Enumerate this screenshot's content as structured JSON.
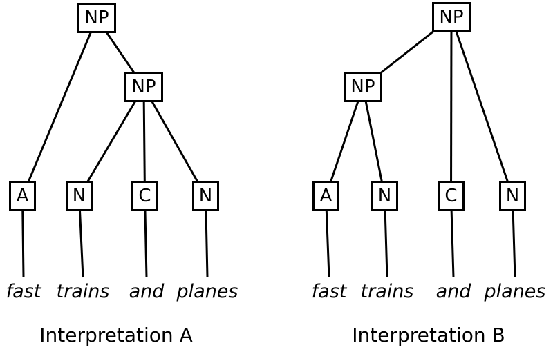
{
  "figure": {
    "background": "#ffffff",
    "ink": "#000000",
    "edge_stroke_width": 3
  },
  "trees": [
    {
      "id": "a",
      "caption": "Interpretation A",
      "nodes": {
        "root": "NP",
        "inner": "NP",
        "leaf0": "A",
        "leaf1": "N",
        "leaf2": "C",
        "leaf3": "N"
      },
      "words": [
        "fast",
        "trains",
        "and",
        "planes"
      ],
      "edges": [
        [
          "root",
          "leaf0"
        ],
        [
          "root",
          "inner"
        ],
        [
          "inner",
          "leaf1"
        ],
        [
          "inner",
          "leaf2"
        ],
        [
          "inner",
          "leaf3"
        ],
        [
          "leaf0",
          "word0"
        ],
        [
          "leaf1",
          "word1"
        ],
        [
          "leaf2",
          "word2"
        ],
        [
          "leaf3",
          "word3"
        ]
      ]
    },
    {
      "id": "b",
      "caption": "Interpretation B",
      "nodes": {
        "root": "NP",
        "inner": "NP",
        "leaf0": "A",
        "leaf1": "N",
        "leaf2": "C",
        "leaf3": "N"
      },
      "words": [
        "fast",
        "trains",
        "and",
        "planes"
      ],
      "edges": [
        [
          "root",
          "inner"
        ],
        [
          "root",
          "leaf2"
        ],
        [
          "root",
          "leaf3"
        ],
        [
          "inner",
          "leaf0"
        ],
        [
          "inner",
          "leaf1"
        ],
        [
          "leaf0",
          "word0"
        ],
        [
          "leaf1",
          "word1"
        ],
        [
          "leaf2",
          "word2"
        ],
        [
          "leaf3",
          "word3"
        ]
      ]
    }
  ]
}
